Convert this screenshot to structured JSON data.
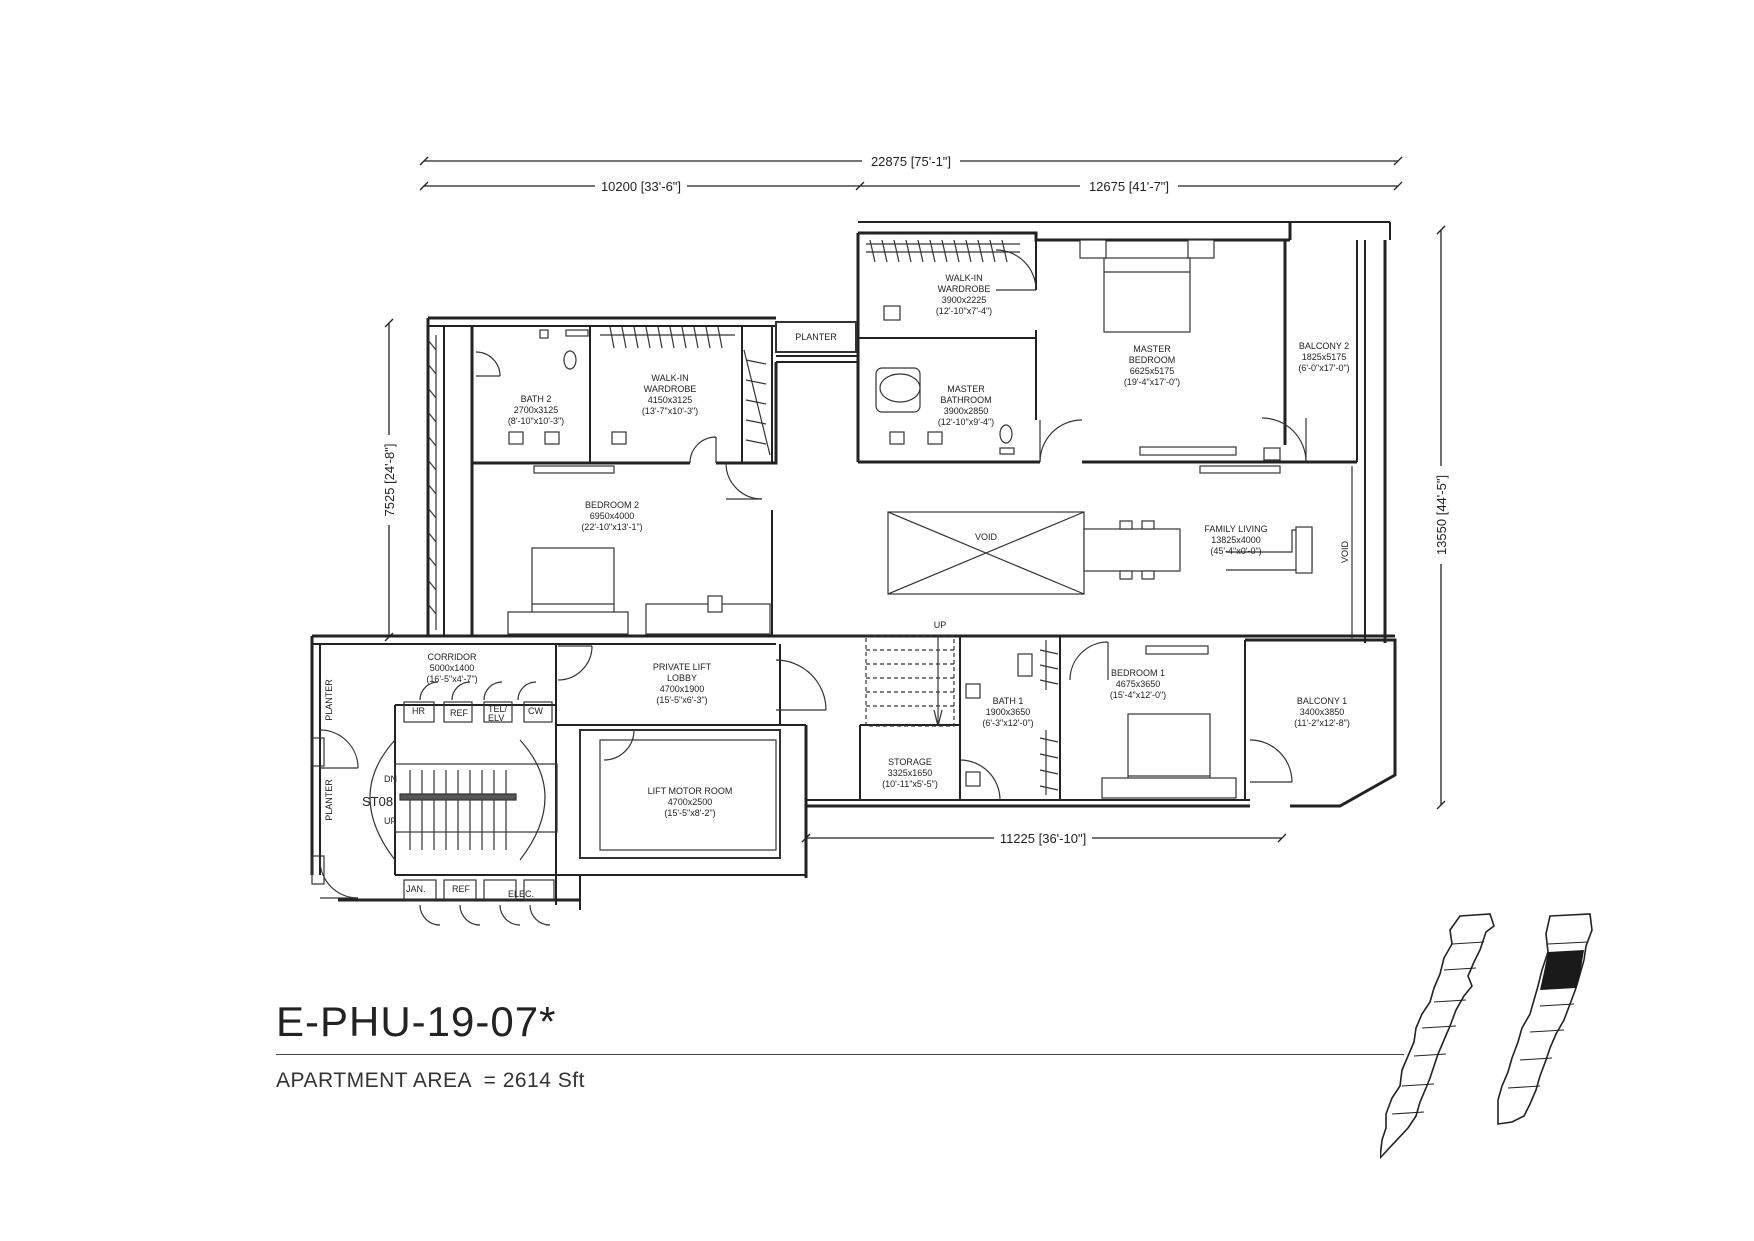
{
  "title_block": {
    "unit_name": "E-PHU-19-07*",
    "area_label": "APARTMENT AREA",
    "area_separator": "=",
    "area_value": "2614 Sft"
  },
  "dimensions": {
    "overall_width": "22875 [75'-1\"]",
    "left_width": "10200 [33'-6\"]",
    "right_width": "12675 [41'-7\"]",
    "right_height": "13550 [44'-5\"]",
    "left_height": "7525 [24'-8\"]",
    "bottom_width": "11225 [36'-10\"]"
  },
  "rooms": {
    "walkin_wardrobe_master": {
      "name1": "WALK-IN",
      "name2": "WARDROBE",
      "size": "3900x2225",
      "imperial": "(12'-10\"x7'-4\")"
    },
    "master_bedroom": {
      "name1": "MASTER",
      "name2": "BEDROOM",
      "size": "6625x5175",
      "imperial": "(19'-4\"x17'-0\")"
    },
    "balcony_2": {
      "name": "BALCONY 2",
      "size": "1825x5175",
      "imperial": "(6'-0\"x17'-0\")"
    },
    "master_bathroom": {
      "name1": "MASTER",
      "name2": "BATHROOM",
      "size": "3900x2850",
      "imperial": "(12'-10\"x9'-4\")"
    },
    "planter_top": {
      "name": "PLANTER"
    },
    "bath_2": {
      "name": "BATH 2",
      "size": "2700x3125",
      "imperial": "(8'-10\"x10'-3\")"
    },
    "walkin_wardrobe_2": {
      "name1": "WALK-IN",
      "name2": "WARDROBE",
      "size": "4150x3125",
      "imperial": "(13'-7\"x10'-3\")"
    },
    "bedroom_2": {
      "name": "BEDROOM 2",
      "size": "6950x4000",
      "imperial": "(22'-10\"x13'-1\")"
    },
    "void_center": {
      "name": "VOID"
    },
    "family_living": {
      "name": "FAMILY LIVING",
      "size": "13825x4000",
      "imperial": "(45'-4\"x0'-0\")"
    },
    "void_side": {
      "name": "VOID"
    },
    "corridor": {
      "name": "CORRIDOR",
      "size": "5000x1400",
      "imperial": "(16'-5\"x4'-7\")"
    },
    "private_lift_lobby": {
      "name1": "PRIVATE LIFT",
      "name2": "LOBBY",
      "size": "4700x1900",
      "imperial": "(15'-5\"x6'-3\")"
    },
    "stair_up": {
      "name": "UP"
    },
    "bath_1": {
      "name": "BATH 1",
      "size": "1900x3650",
      "imperial": "(6'-3\"x12'-0\")"
    },
    "bedroom_1": {
      "name": "BEDROOM 1",
      "size": "4675x3650",
      "imperial": "(15'-4\"x12'-0\")"
    },
    "balcony_1": {
      "name": "BALCONY 1",
      "size": "3400x3850",
      "imperial": "(11'-2\"x12'-8\")"
    },
    "storage": {
      "name": "STORAGE",
      "size": "3325x1650",
      "imperial": "(10'-11\"x5'-5\")"
    },
    "lift_motor_room": {
      "name": "LIFT MOTOR ROOM",
      "size": "4700x2500",
      "imperial": "(15'-5\"x8'-2\")"
    },
    "planter_left_1": {
      "name": "PLANTER"
    },
    "planter_left_2": {
      "name": "PLANTER"
    },
    "stair_core": {
      "name": "ST08",
      "down": "DN",
      "up": "UP"
    },
    "services": {
      "hr": "HR",
      "ref": "REF",
      "tel_elv1": "TEL/",
      "tel_elv2": "ELV",
      "cw": "CW",
      "jan": "JAN.",
      "ref2": "REF",
      "elec": "ELEC."
    }
  }
}
